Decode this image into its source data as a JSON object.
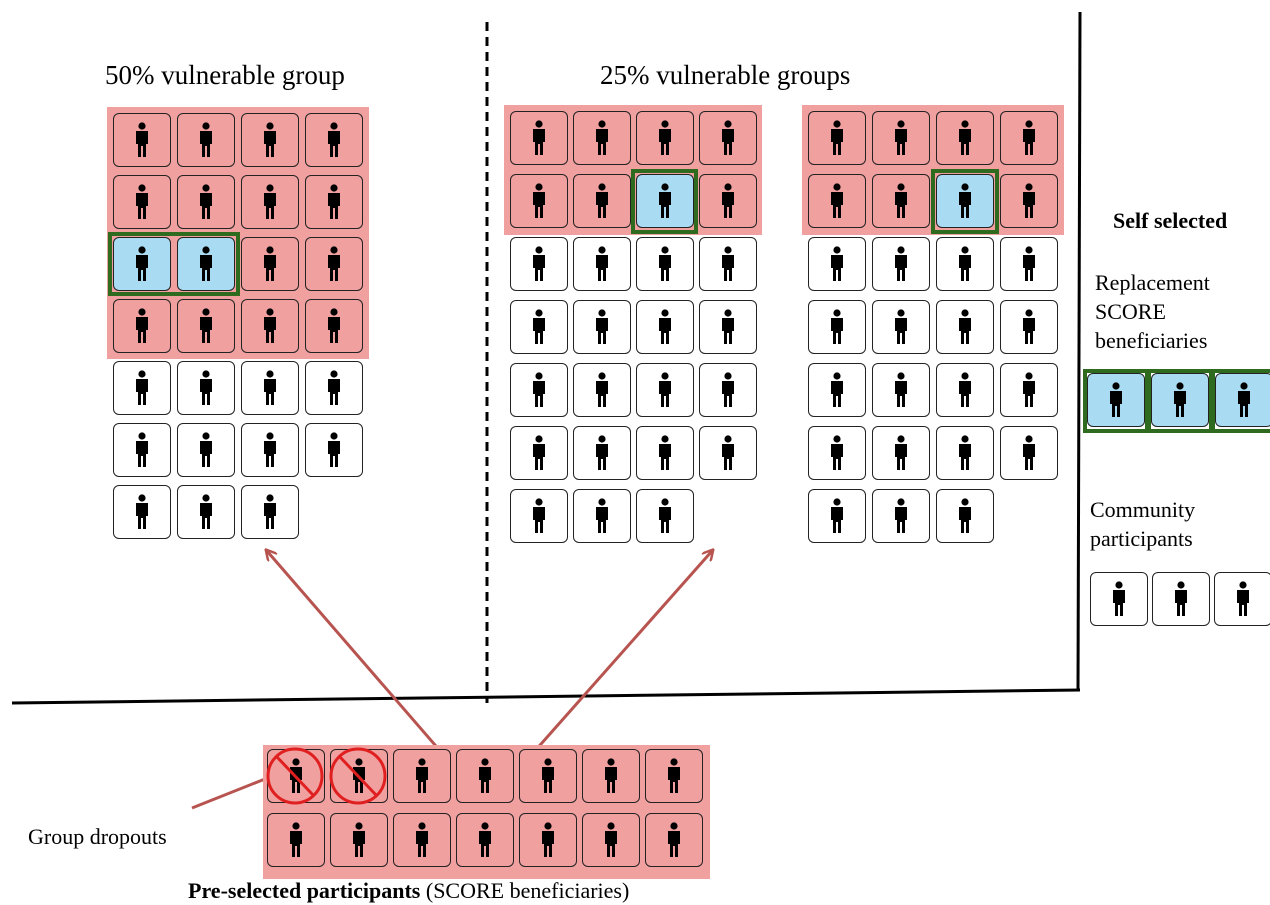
{
  "labels": {
    "left_title": "50% vulnerable  group",
    "mid_title": "25% vulnerable  groups",
    "self_selected": "Self selected",
    "replacement": "Replacement SCORE beneficiaries",
    "community": "Community participants",
    "dropouts": "Group dropouts",
    "preselected_bold": "Pre-selected participants",
    "preselected_rest": " (SCORE beneficiaries)"
  },
  "colors": {
    "vulnerable": "#f1a0a0",
    "replacement": "#a9dcf2",
    "highlight_border": "#2f6b1f",
    "arrow": "#b85450",
    "dropout_mark": "#e02020"
  },
  "icons": {
    "participant": "person-icon",
    "dropout": "prohibited-icon"
  },
  "groups": [
    {
      "id": "group-50",
      "total": 27,
      "vulnerable": 14,
      "replacements": 2,
      "rows": [
        4,
        4,
        4,
        4,
        4,
        4,
        3
      ]
    },
    {
      "id": "group-25-a",
      "total": 27,
      "vulnerable": 7,
      "replacements": 1,
      "rows": [
        4,
        4,
        4,
        4,
        4,
        4,
        3
      ]
    },
    {
      "id": "group-25-b",
      "total": 27,
      "vulnerable": 7,
      "replacements": 1,
      "rows": [
        4,
        4,
        4,
        4,
        4,
        4,
        3
      ]
    }
  ],
  "self_selected": {
    "replacement_count": 3,
    "community_count": 3
  },
  "preselected": {
    "total": 14,
    "dropouts": 2
  }
}
